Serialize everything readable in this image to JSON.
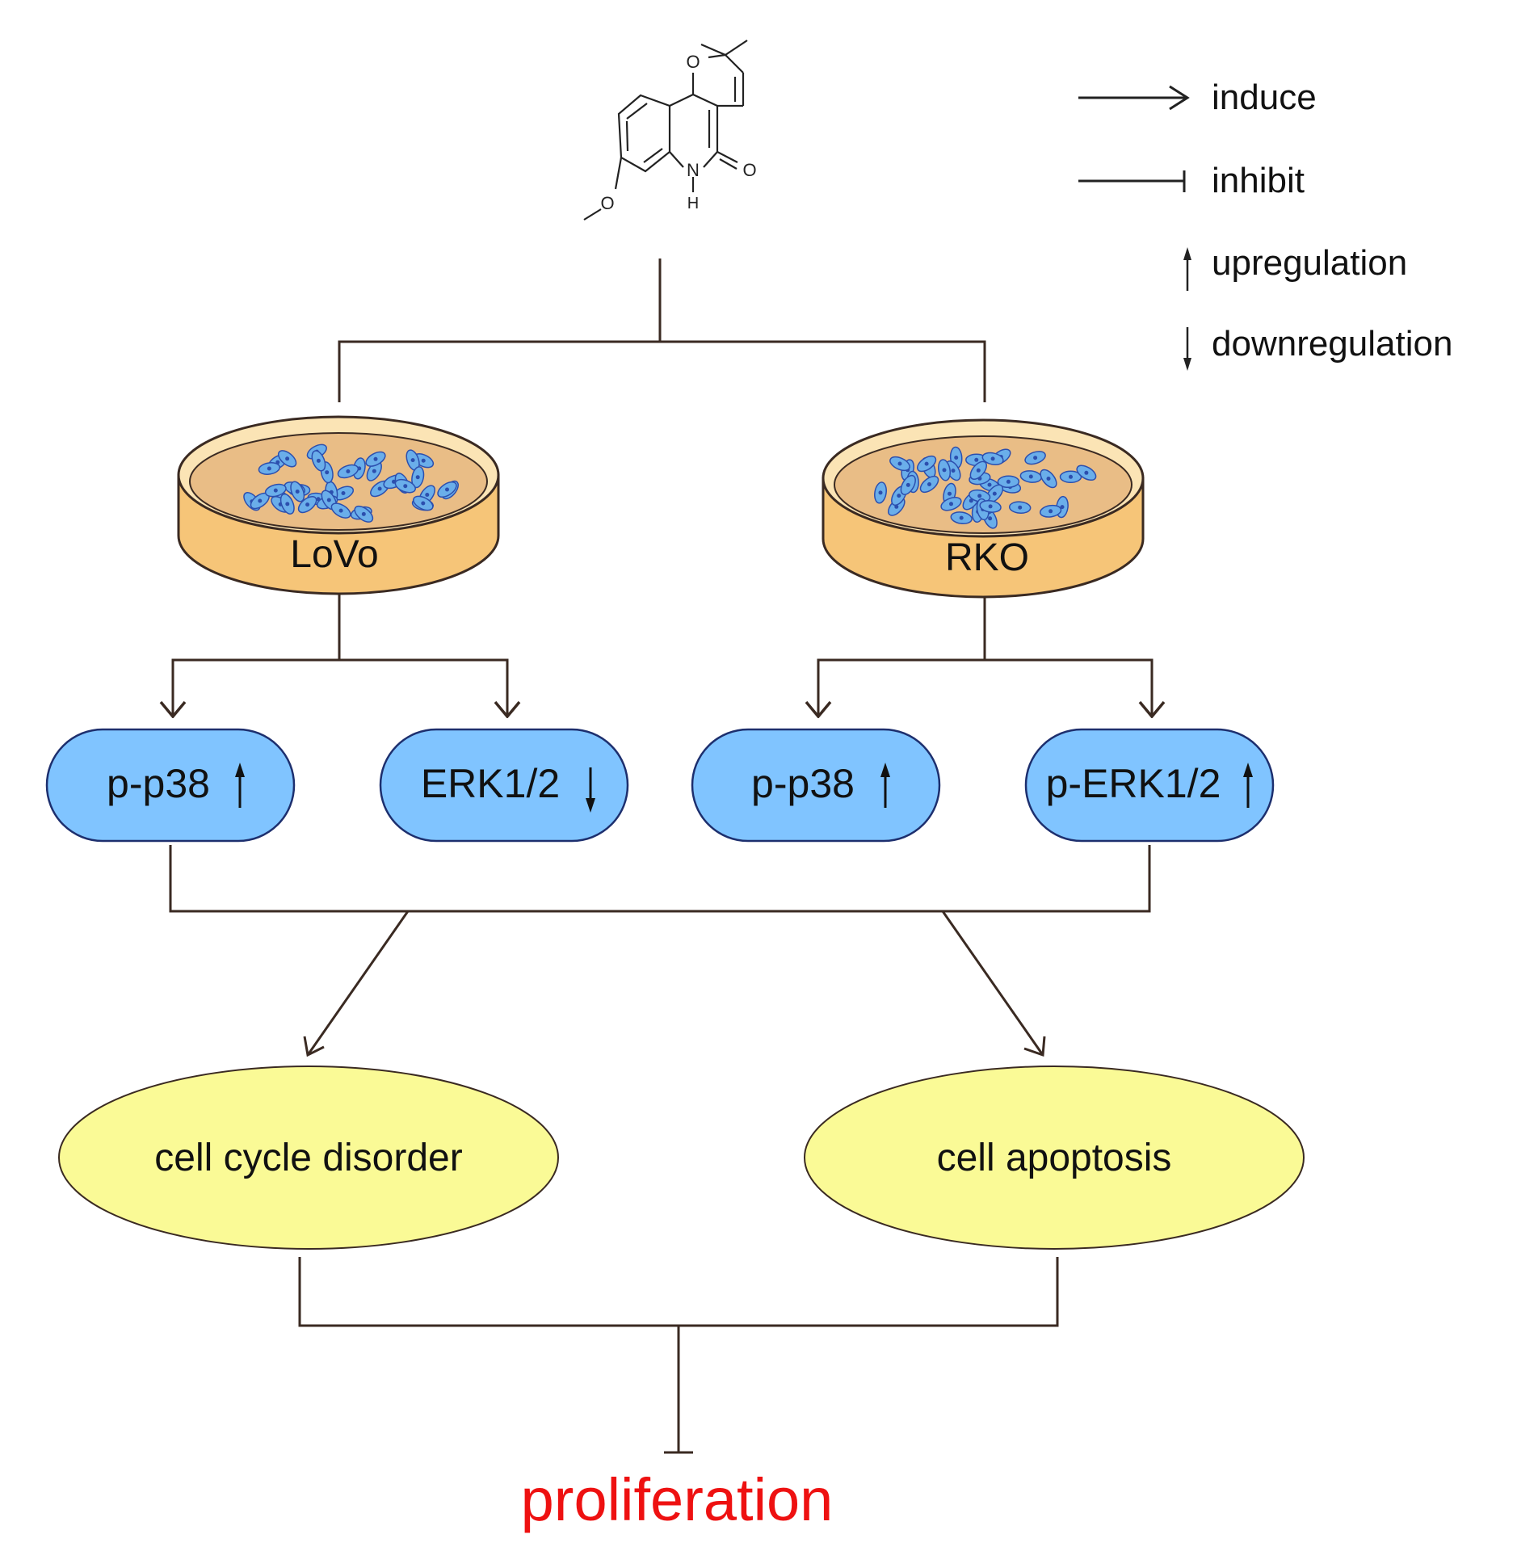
{
  "compound": {
    "atoms": {
      "o_ring": "O",
      "n": "N",
      "h": "H",
      "o_carbonyl": "O",
      "o_methoxy": "O"
    }
  },
  "legend": {
    "induce": "induce",
    "inhibit": "inhibit",
    "upregulation": "upregulation",
    "downregulation": "downregulation"
  },
  "cell_lines": {
    "left": "LoVo",
    "right": "RKO"
  },
  "targets": [
    {
      "label": "p-p38",
      "direction": "up"
    },
    {
      "label": "ERK1/2",
      "direction": "down"
    },
    {
      "label": "p-p38",
      "direction": "up"
    },
    {
      "label": "p-ERK1/2",
      "direction": "up"
    }
  ],
  "outcomes": {
    "left": "cell cycle disorder",
    "right": "cell apoptosis"
  },
  "result": {
    "label": "proliferation"
  },
  "colors": {
    "line": "#3a2a22",
    "pill_fill": "#80c4ff",
    "pill_stroke": "#1d2f6e",
    "dish_fill": "#f6c578",
    "dish_inner": "#e9bd86",
    "cell_fill": "#6aaeea",
    "cell_stroke": "#2c4fae",
    "ellipse_fill": "#fafa96",
    "result_color": "#ee1111"
  }
}
